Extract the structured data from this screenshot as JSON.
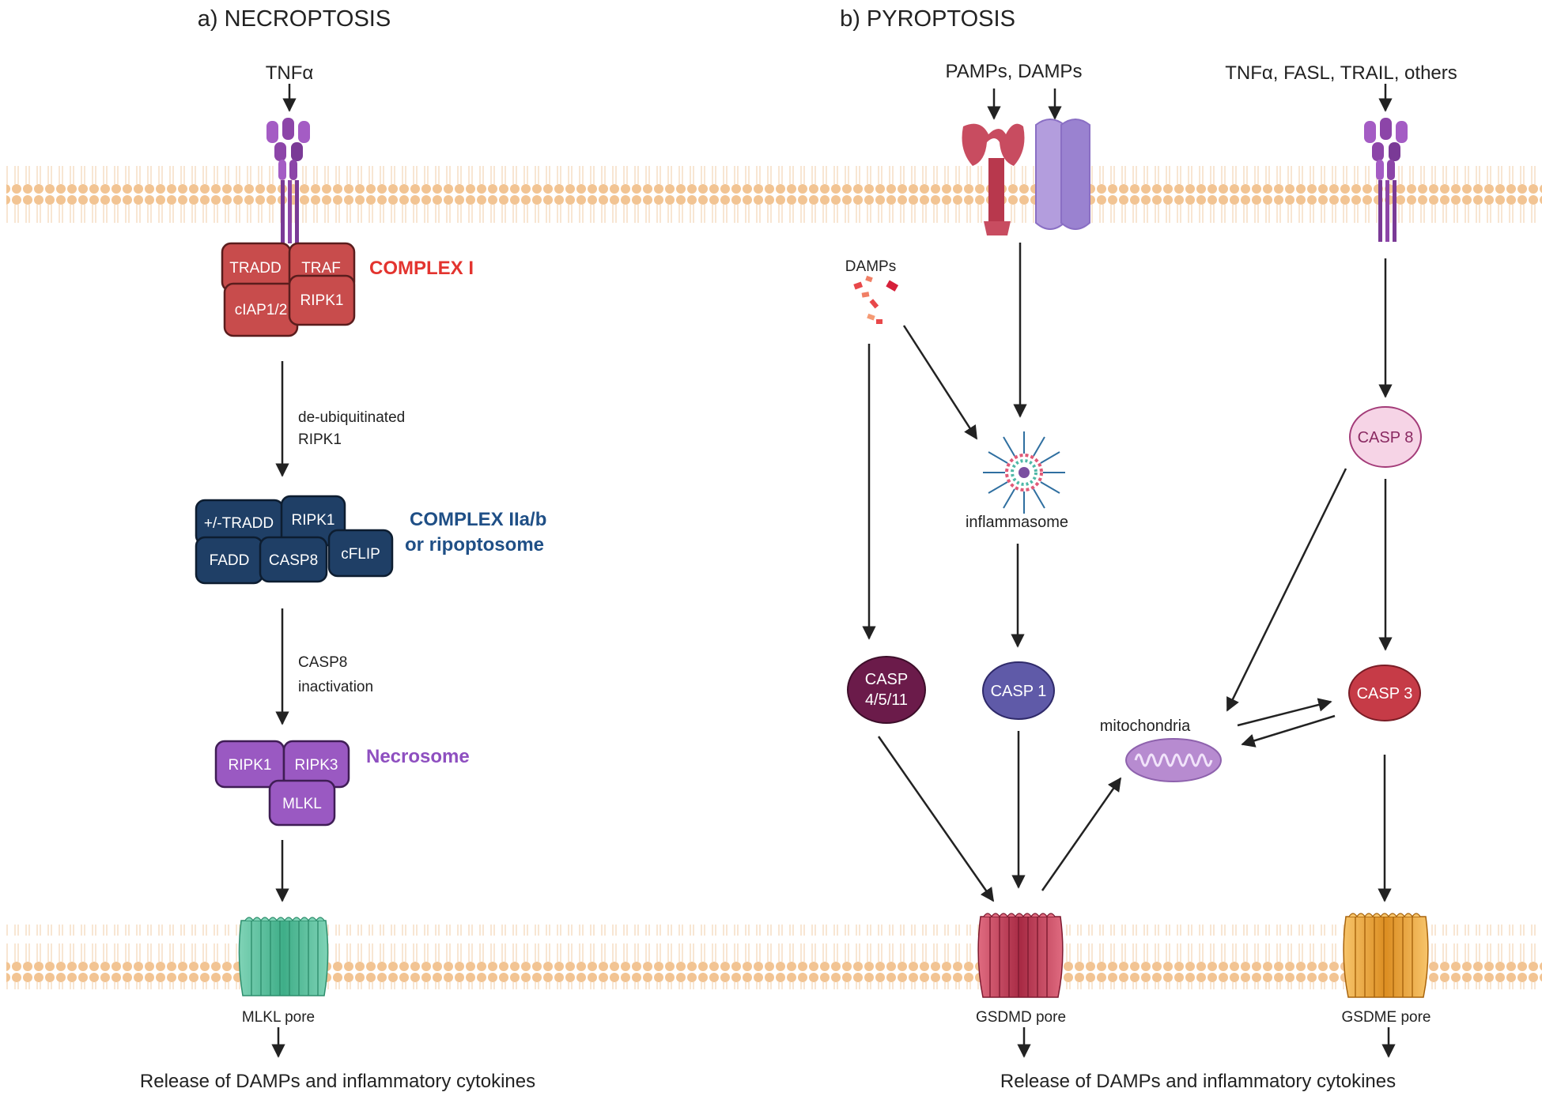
{
  "colors": {
    "membrane": "#f2c493",
    "membrane_line": "#f5dcc0",
    "arrow": "#222222",
    "complex1": "#c84c4c",
    "complex1_text": "#e3342f",
    "complex2": "#1f3f66",
    "complex2_text": "#1f4f86",
    "necrosome": "#9a59c2",
    "necrosome_text": "#8e4fc0",
    "receptor": "#8c45a8",
    "casp8": "#f6d4e6",
    "casp4511": "#6b1b4a",
    "casp1": "#5f5aa8",
    "casp3": "#c63b47",
    "mlkl_pore": "#5cbf9e",
    "gsdmd_pore": "#c23b55",
    "gsdme_pore": "#eba43c",
    "mitochondria": "#b78bd0"
  },
  "necroptosis": {
    "title": "a) NECROPTOSIS",
    "stimulus": "TNFα",
    "complex1": {
      "label": "COMPLEX I",
      "proteins": [
        "TRADD",
        "TRAF",
        "cIAP1/2",
        "RIPK1"
      ]
    },
    "step1_line1": "de-ubiquitinated",
    "step1_line2": "RIPK1",
    "complex2": {
      "label_line1": "COMPLEX IIa/b",
      "label_line2": "or ripoptosome",
      "proteins": [
        "+/-TRADD",
        "RIPK1",
        "FADD",
        "CASP8",
        "cFLIP"
      ]
    },
    "step2_line1": "CASP8",
    "step2_line2": "inactivation",
    "necrosome": {
      "label": "Necrosome",
      "proteins": [
        "RIPK1",
        "RIPK3",
        "MLKL"
      ]
    },
    "pore_label": "MLKL pore",
    "release": "Release of DAMPs and inflammatory cytokines"
  },
  "pyroptosis": {
    "title": "b) PYROPTOSIS",
    "stimulus1": "PAMPs, DAMPs",
    "stimulus2": "TNFα, FASL, TRAIL, others",
    "damps_label": "DAMPs",
    "inflammasome": "inflammasome",
    "casp8": "CASP 8",
    "casp4511_line1": "CASP",
    "casp4511_line2": "4/5/11",
    "casp1": "CASP 1",
    "casp3": "CASP 3",
    "mitochondria": "mitochondria",
    "gsdmd_pore": "GSDMD pore",
    "gsdme_pore": "GSDME pore",
    "release": "Release of DAMPs and inflammatory cytokines"
  }
}
